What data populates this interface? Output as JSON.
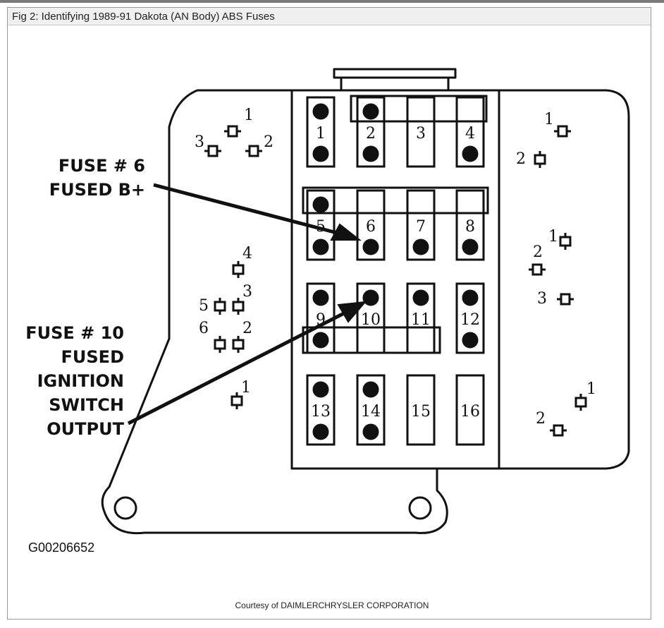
{
  "title": "Fig 2: Identifying 1989-91 Dakota (AN Body) ABS Fuses",
  "figure_id": "G00206652",
  "credit": "Courtesy of DAIMLERCHRYSLER CORPORATION",
  "callouts": {
    "fuse6": [
      "FUSE # 6",
      "FUSED B+"
    ],
    "fuse10": [
      "FUSE # 10",
      "FUSED",
      "IGNITION",
      "SWITCH",
      "OUTPUT"
    ]
  },
  "fuses": [
    "1",
    "2",
    "3",
    "4",
    "5",
    "6",
    "7",
    "8",
    "9",
    "10",
    "11",
    "12",
    "13",
    "14",
    "15",
    "16"
  ],
  "connector_pins": {
    "top_left": [
      "1",
      "3",
      "2"
    ],
    "middle_left": [
      "4",
      "5",
      "3",
      "6",
      "2"
    ],
    "bottom_left": [
      "1"
    ],
    "top_right": [
      "1",
      "2"
    ],
    "middle_right": [
      "1",
      "2",
      "3"
    ],
    "bottom_right": [
      "1",
      "2"
    ]
  }
}
